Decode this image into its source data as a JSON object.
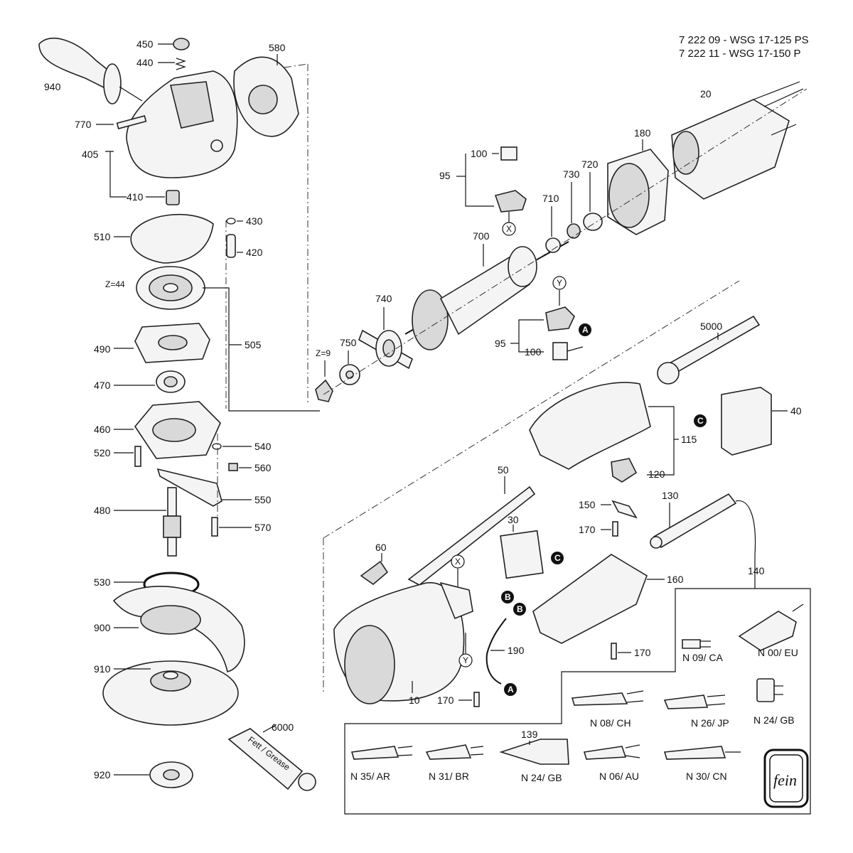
{
  "header": {
    "line1": "7 222 09 - WSG 17-125 PS",
    "line2": "7 222 11 - WSG 17-150 P"
  },
  "labels": {
    "p940": "940",
    "p450": "450",
    "p440": "440",
    "p580": "580",
    "p770": "770",
    "p405": "405",
    "p410": "410",
    "p430": "430",
    "p510": "510",
    "p420": "420",
    "pZ44": "Z=44",
    "p505": "505",
    "p490": "490",
    "p470": "470",
    "p460": "460",
    "p520": "520",
    "p540": "540",
    "p560": "560",
    "p480": "480",
    "p550": "550",
    "p570": "570",
    "p530": "530",
    "p900": "900",
    "p910": "910",
    "p920": "920",
    "p6000": "6000",
    "pZ9": "Z=9",
    "p750": "750",
    "p740": "740",
    "p700": "700",
    "p710": "710",
    "p730": "730",
    "p720": "720",
    "p180": "180",
    "p20": "20",
    "p100a": "100",
    "p95a": "95",
    "p95b": "95",
    "p100b": "100",
    "p5000": "5000",
    "p40": "40",
    "p115": "115",
    "p120": "120",
    "p50": "50",
    "p150": "150",
    "p130": "130",
    "p170a": "170",
    "p30": "30",
    "p60": "60",
    "p160": "160",
    "p140": "140",
    "p190": "190",
    "p10": "10",
    "p170b": "170",
    "p170c": "170",
    "p139": "139"
  },
  "markers": {
    "A": "A",
    "B": "B",
    "C": "C",
    "X": "X",
    "Y": "Y"
  },
  "plugs": {
    "n09": "N 09/ CA",
    "n00": "N 00/ EU",
    "n08": "N 08/ CH",
    "n26": "N 26/ JP",
    "n24a": "N 24/ GB",
    "n35": "N 35/ AR",
    "n31": "N 31/ BR",
    "n24b": "N 24/ GB",
    "n06": "N 06/ AU",
    "n30": "N 30/ CN"
  },
  "tube_text": "Fett / Grease",
  "logo_text": "fein"
}
